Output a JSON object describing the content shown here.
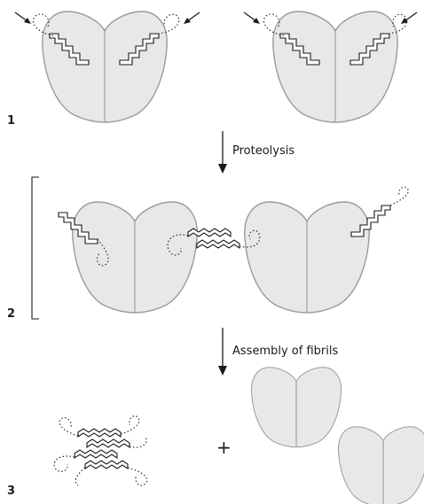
{
  "panels": [
    {
      "number": "1"
    },
    {
      "number": "2"
    },
    {
      "number": "3"
    }
  ],
  "steps": [
    {
      "label": "Proteolysis"
    },
    {
      "label": "Assembly of fibrils"
    }
  ],
  "plus_sign": "+",
  "colors": {
    "protein_fill": "#e8e8e8",
    "protein_outline": "#9a9a9a",
    "ink": "#1a1a1a"
  }
}
